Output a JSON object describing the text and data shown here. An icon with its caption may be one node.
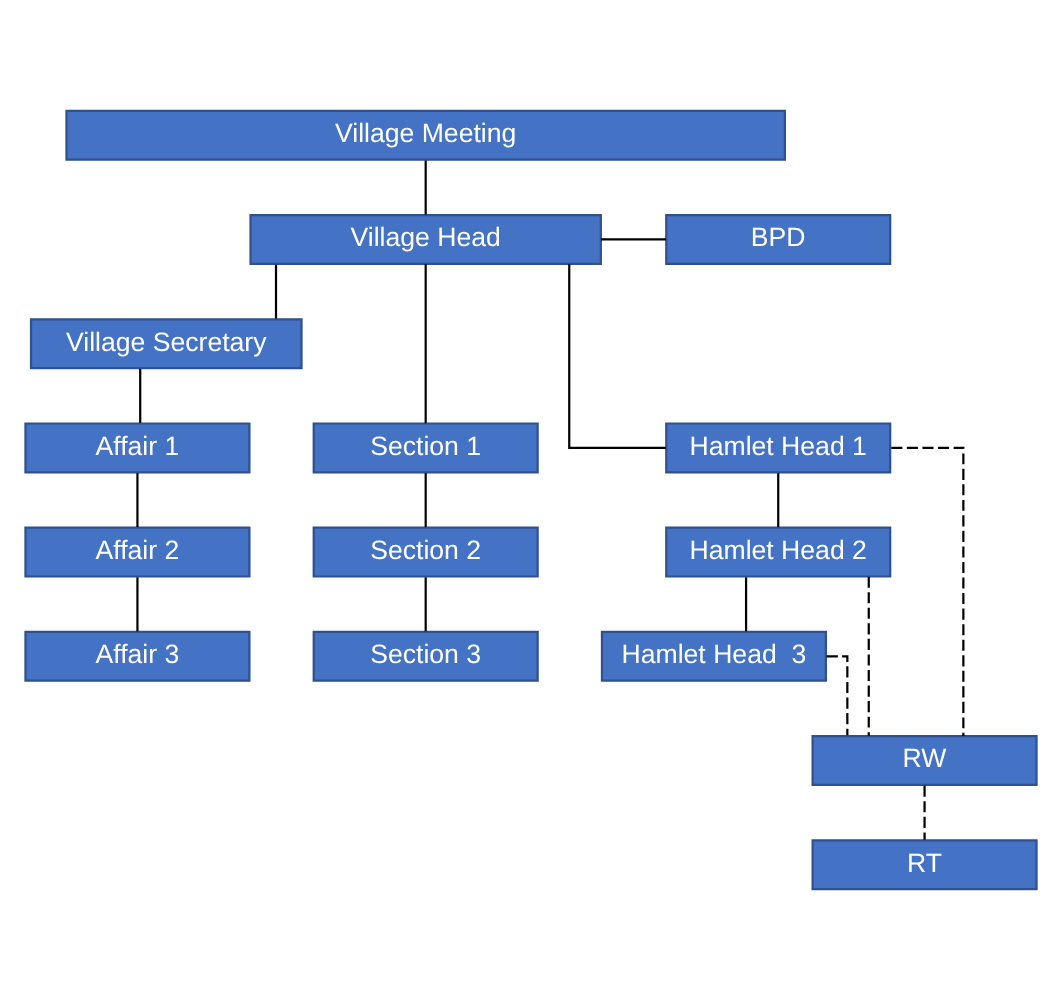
{
  "diagram": {
    "nodes": [
      {
        "text": [
          "Village Meeting"
        ]
      },
      {
        "text": [
          "Village Head"
        ]
      },
      {
        "text": [
          "BPD"
        ]
      },
      {
        "text": [
          "Village Secretary"
        ]
      },
      {
        "text": [
          "Section 1"
        ]
      },
      {
        "text": [
          "Section 2"
        ]
      },
      {
        "text": [
          "Section 3"
        ]
      },
      {
        "text": [
          "Hamlet Head 1"
        ]
      },
      {
        "text": [
          "Hamlet Head 2"
        ]
      },
      {
        "text": [
          "Hamlet Head  3"
        ]
      },
      {
        "text": [
          "Affair 1"
        ]
      },
      {
        "text": [
          "Affair 2"
        ]
      },
      {
        "text": [
          "Affair 3"
        ]
      },
      {
        "text": [
          "RW"
        ]
      },
      {
        "text": [
          "RT"
        ]
      }
    ],
    "edges": [
      {
        "from": 0,
        "to": 1,
        "arrow": "none"
      },
      {
        "from": 1,
        "to": 2,
        "arrow": "none"
      },
      {
        "from": 1,
        "to": 3,
        "arrow": "none"
      },
      {
        "from": 1,
        "to": 4,
        "arrow": "none"
      },
      {
        "from": 1,
        "to": 7,
        "arrow": "none"
      },
      {
        "from": 4,
        "to": 5,
        "arrow": "none"
      },
      {
        "from": 5,
        "to": 6,
        "arrow": "none"
      },
      {
        "from": 7,
        "to": 8,
        "arrow": "none"
      },
      {
        "from": 8,
        "to": 9,
        "arrow": "none"
      },
      {
        "from": 3,
        "to": 10,
        "arrow": "none"
      },
      {
        "from": 10,
        "to": 11,
        "arrow": "none"
      },
      {
        "from": 11,
        "to": 12,
        "arrow": "none"
      },
      {
        "from": 7,
        "to": 13,
        "arrow": "none",
        "style": "dashed"
      },
      {
        "from": 8,
        "to": 13,
        "arrow": "none",
        "style": "dashed"
      },
      {
        "from": 9,
        "to": 13,
        "arrow": "none",
        "style": "dashed"
      },
      {
        "from": 13,
        "to": 14,
        "arrow": "none",
        "style": "dashed"
      }
    ]
  }
}
